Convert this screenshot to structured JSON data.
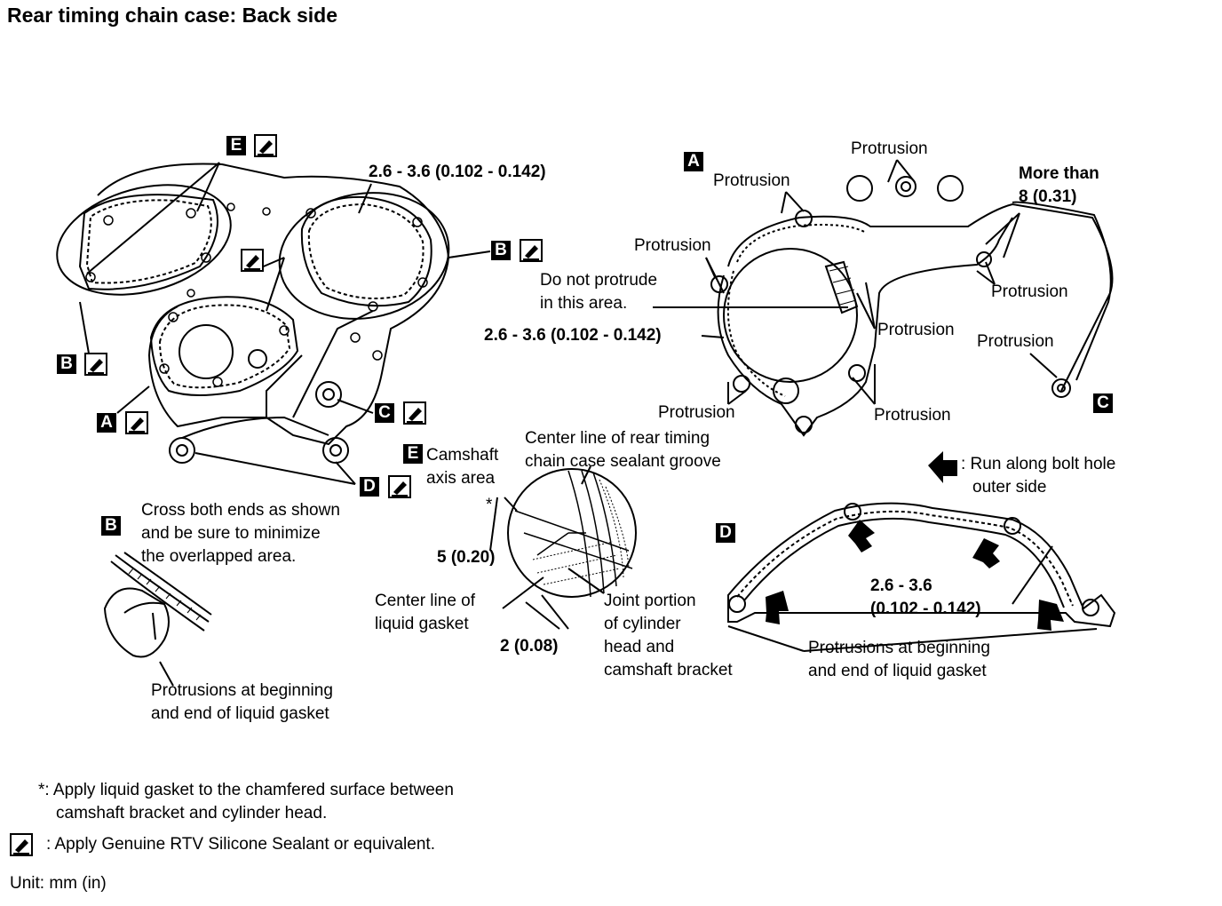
{
  "title": "Rear timing chain case: Back side",
  "markers": {
    "A": "A",
    "B": "B",
    "C": "C",
    "D": "D",
    "E": "E"
  },
  "labels": {
    "dim_top": "2.6 - 3.6 (0.102 - 0.142)",
    "dim_left_a": "2.6 - 3.6 (0.102 - 0.142)",
    "more_than_1": "More than",
    "more_than_2": "8 (0.31)",
    "protrusion": "Protrusion",
    "do_not_1": "Do not protrude",
    "do_not_2": "in this area.",
    "run_along_1": ": Run along bolt hole",
    "run_along_2": "outer side",
    "dim_d_1": "2.6 - 3.6",
    "dim_d_2": "(0.102 - 0.142)",
    "prot_begin_1": "Protrusions at beginning",
    "prot_begin_2": "and end of liquid gasket",
    "cross_1": "Cross both ends as shown",
    "cross_2": "and be sure to minimize",
    "cross_3": "the overlapped area.",
    "camshaft_1": "Camshaft",
    "camshaft_2": "axis area",
    "center_rear_1": "Center line of rear timing",
    "center_rear_2": "chain case sealant groove",
    "asterisk": "*",
    "dim_5": "5 (0.20)",
    "dim_2": "2 (0.08)",
    "center_liquid_1": "Center line of",
    "center_liquid_2": "liquid gasket",
    "joint_1": "Joint portion",
    "joint_2": "of cylinder",
    "joint_3": "head and",
    "joint_4": "camshaft bracket"
  },
  "footnotes": {
    "asterisk_1": "*: Apply liquid gasket to the chamfered surface between",
    "asterisk_2": "camshaft bracket and cylinder head.",
    "sealant": ": Apply Genuine RTV Silicone Sealant or equivalent.",
    "unit": "Unit: mm (in)"
  }
}
